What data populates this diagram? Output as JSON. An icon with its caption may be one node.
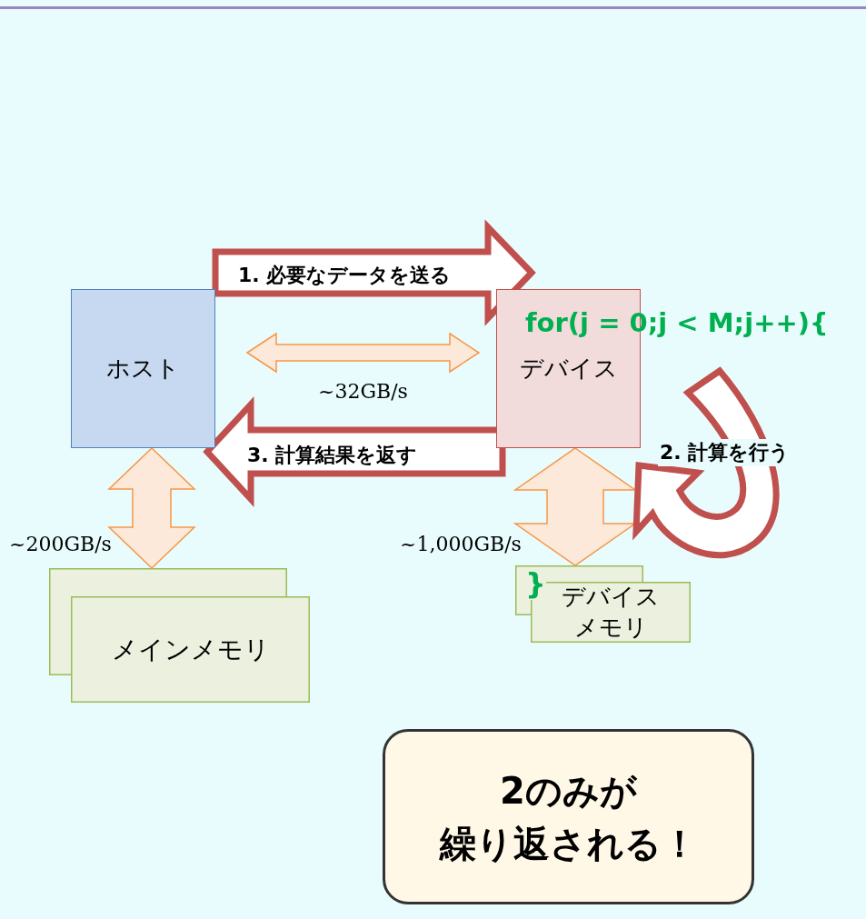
{
  "diagram": {
    "nodes": [
      {
        "text": [
          "ホスト"
        ]
      },
      {
        "text": [
          "デバイス"
        ]
      },
      {
        "text": [
          "メインメモリ"
        ]
      },
      {
        "text": [
          "デバイスメモリ"
        ]
      },
      {
        "text": [
          "2のみが",
          "繰り返される！"
        ]
      }
    ],
    "edges": [
      {
        "from": 0,
        "to": 1,
        "arrow": "to",
        "label": "1. 必要なデータを送る",
        "style": "thick",
        "color": "#c0504d"
      },
      {
        "from": 0,
        "to": 1,
        "arrow": "both",
        "label": "~32GB/s"
      },
      {
        "from": 1,
        "to": 0,
        "arrow": "to",
        "label": "3. 計算結果を返す",
        "style": "thick",
        "color": "#c0504d"
      },
      {
        "from": 0,
        "to": 2,
        "arrow": "both",
        "label": "~200GB/s"
      },
      {
        "from": 1,
        "to": 3,
        "arrow": "both",
        "label": "~1,000GB/s"
      },
      {
        "from": null,
        "to": 1,
        "arrow": "to",
        "label": "2. 計算を行う",
        "style": "thick",
        "color": "#c0504d"
      }
    ],
    "labels": [
      "for(j = 0;j < M;j++){",
      "}"
    ]
  }
}
